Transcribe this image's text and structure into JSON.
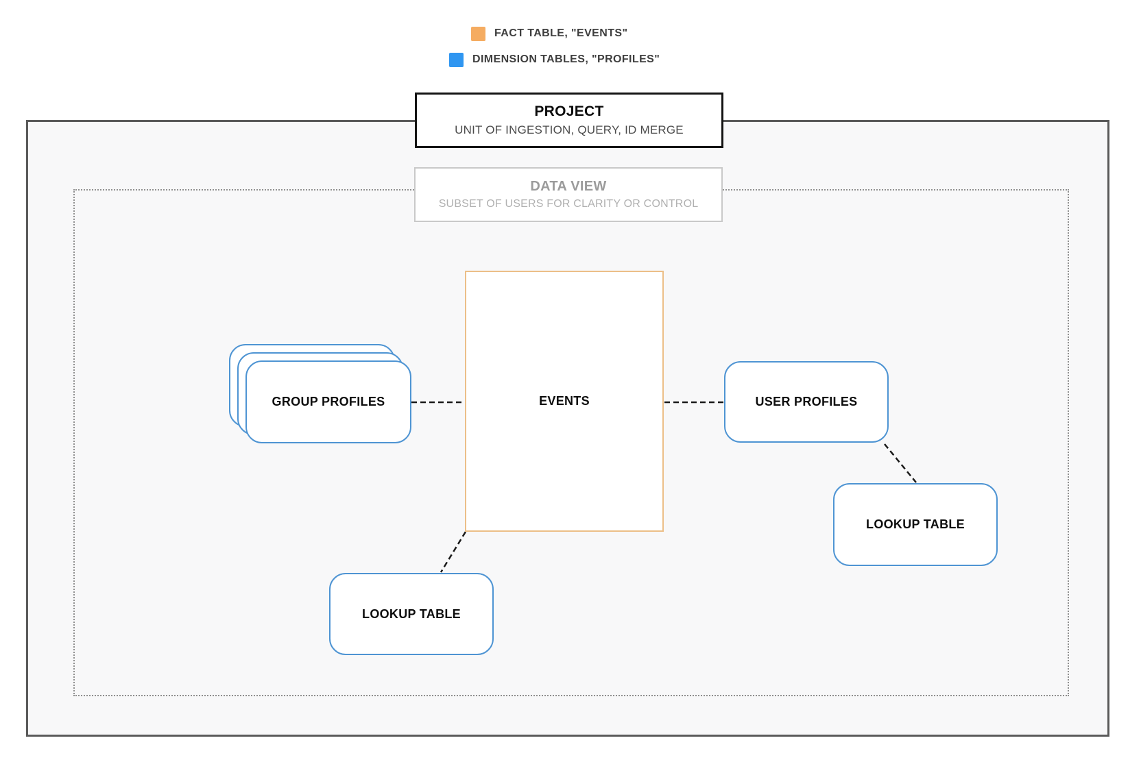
{
  "legend": {
    "items": [
      {
        "id": "fact-swatch",
        "label": "FACT TABLE, \"EVENTS\""
      },
      {
        "id": "dimension-swatch",
        "label": "DIMENSION TABLES, \"PROFILES\""
      }
    ]
  },
  "project": {
    "title": "PROJECT",
    "subtitle": "UNIT OF INGESTION, QUERY, ID MERGE"
  },
  "data_view": {
    "title": "DATA VIEW",
    "subtitle": "SUBSET OF USERS FOR CLARITY OR CONTROL"
  },
  "nodes": {
    "events": {
      "label": "EVENTS",
      "type": "fact"
    },
    "group_profiles": {
      "label": "GROUP PROFILES",
      "type": "dimension"
    },
    "user_profiles": {
      "label": "USER PROFILES",
      "type": "dimension"
    },
    "lookup_left": {
      "label": "LOOKUP TABLE",
      "type": "dimension"
    },
    "lookup_right": {
      "label": "LOOKUP TABLE",
      "type": "dimension"
    }
  },
  "colors": {
    "fact_swatch": "#F5AC61",
    "dimension_swatch": "#2F96F1",
    "fact_border": "#ECBF88",
    "dimension_border": "#4E94D3"
  }
}
